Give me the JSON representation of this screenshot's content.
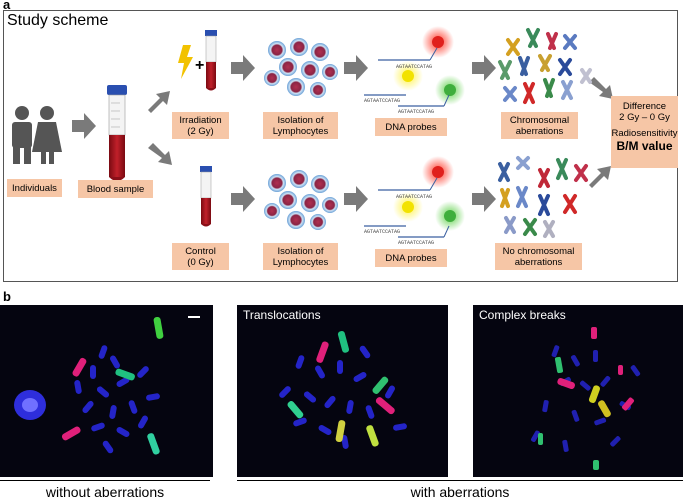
{
  "panel_a": {
    "letter": "a",
    "title": "Study scheme",
    "labels": {
      "individuals": "Individuals",
      "blood_sample": "Blood sample",
      "irradiation": "Irradiation\n(2 Gy)",
      "control": "Control\n(0 Gy)",
      "isolation_top": "Isolation of\nLymphocytes",
      "isolation_bottom": "Isolation of\nLymphocytes",
      "dna_probes_top": "DNA probes",
      "dna_probes_bottom": "DNA probes",
      "chromosomal_aberrations": "Chromosomal\naberrations",
      "no_chromosomal_aberrations": "No chromosomal\naberrations"
    },
    "result": {
      "line1": "Difference",
      "line2": "2 Gy – 0 Gy",
      "line3": "Radiosensitivity",
      "line4": "B/M value"
    },
    "probe_sequence": "AGTAATCCATAG",
    "colors": {
      "label_bg": "#f6c6a6",
      "arrow": "#7a7a7a",
      "blood": "#a0101c",
      "cap": "#2a4fb0",
      "probe_red": "#e0201c",
      "probe_yellow": "#f2e200",
      "probe_green": "#3fae3c"
    }
  },
  "panel_b": {
    "letter": "b",
    "images": [
      {
        "title": ""
      },
      {
        "title": "Translocations"
      },
      {
        "title": "Complex breaks"
      }
    ],
    "captions": {
      "left": "without aberrations",
      "right": "with aberrations"
    }
  }
}
